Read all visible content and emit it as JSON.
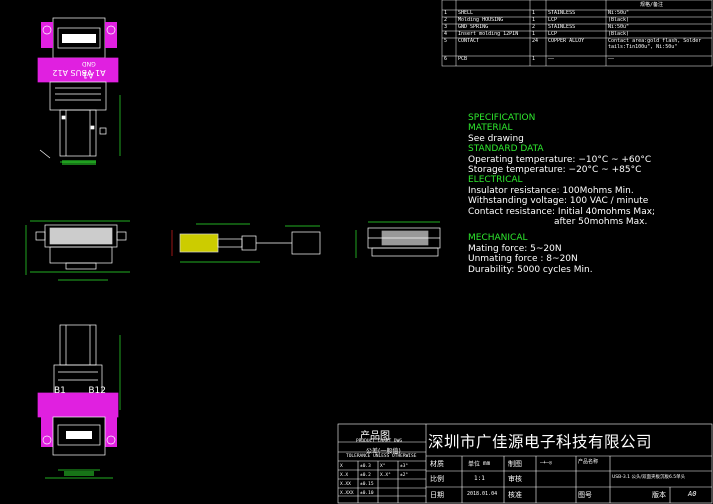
{
  "bom": {
    "header_right": "规格/备注",
    "rows": [
      {
        "no": "1",
        "name": "SHELL",
        "qty": "1",
        "material": "STAINLESS",
        "remark": "Ni:50u\""
      },
      {
        "no": "2",
        "name": "Molding HOUSING",
        "qty": "1",
        "material": "LCP",
        "remark": "(Black)"
      },
      {
        "no": "3",
        "name": "GND SPRING",
        "qty": "2",
        "material": "STAINLESS",
        "remark": "Ni:50u\""
      },
      {
        "no": "4",
        "name": "Insert molding 12PIN",
        "qty": "1",
        "material": "LCP",
        "remark": "(Black)"
      },
      {
        "no": "5",
        "name": "CONTACT",
        "qty": "24",
        "material": "COPPER ALLOY",
        "remark": "Contact area:gold flash, Solder tails:Tin100u\", Ni:50u\""
      },
      {
        "no": "6",
        "name": "PCB",
        "qty": "1",
        "material": "——",
        "remark": "——"
      }
    ]
  },
  "spec": {
    "title": "SPECIFICATION",
    "material_h": "MATERIAL",
    "material_t": "See drawing",
    "standard_h": "STANDARD DATA",
    "op_temp": "Operating temperature: −10°C ~ +60°C",
    "st_temp": "Storage temperature: −20°C ~ +85°C",
    "electrical_h": "ELECTRICAL",
    "insulator": "Insulator resistance: 100Mohms Min.",
    "withstand": "Withstanding voltage: 100 VAC / minute",
    "contact_1": "Contact resistance: Initial 40mohms Max;",
    "contact_2": "after 50mohms Max.",
    "mechanical_h": "MECHANICAL",
    "mating": "Mating force: 5~20N",
    "unmating": "Unmating force : 8~20N",
    "durability": "Durability: 5000 cycles Min."
  },
  "drawing": {
    "top_labels": [
      "A1",
      "VBUS",
      "A12",
      "GND"
    ],
    "bottom_labels": [
      "B1",
      "B12"
    ],
    "colors": {
      "magenta": "#e020e0",
      "yellow": "#f0f000",
      "cyan": "#00e0e0",
      "white": "#ffffff",
      "green": "#2ee82e",
      "red": "#e02020"
    }
  },
  "titleblock": {
    "product_drawing": "产品图",
    "product_drawing_en": "PRODUCT CHART DWG",
    "company": "深圳市广佳源电子科技有限公司",
    "tolerance_cn": "公差(一般值)",
    "tolerance_en": "TOLERANCE UNLESS OTHERWISE",
    "tol_rows": [
      [
        "X",
        "±0.3",
        "X°",
        "±3°"
      ],
      [
        "X.X",
        "±0.2",
        "X.X°",
        "±2°"
      ],
      [
        "X.XX",
        "±0.15",
        "",
        ""
      ],
      [
        "X.XXX",
        "±0.10",
        "",
        ""
      ]
    ],
    "material_label": "材质",
    "unit_label": "单位",
    "unit_value": "mm",
    "drafter_label": "制图",
    "view_value": "—+—◎",
    "scale_label": "比例",
    "scale_value": "1:1",
    "check_label": "审核",
    "date_label": "日期",
    "date_value": "2018.01.04",
    "approve_label": "核准",
    "product_name_label": "产品名称",
    "product_name_value": "USB-3.1 公头/双面夹板沉板6.5单头",
    "drawing_no_label": "图号",
    "version_label": "版本",
    "version_value": "A0"
  }
}
